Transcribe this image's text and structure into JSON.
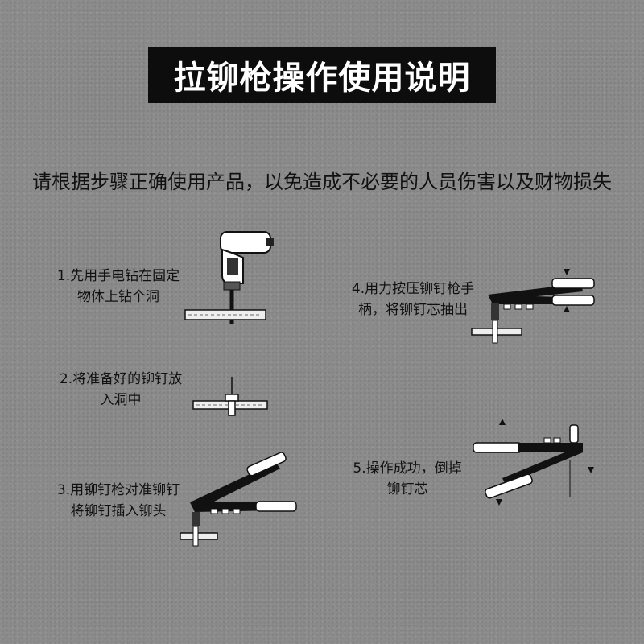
{
  "title": "拉铆枪操作使用说明",
  "subtitle": "请根据步骤正确使用产品，以免造成不必要的人员伤害以及财物损失",
  "steps": [
    {
      "line1": "1.先用手电钻在固定",
      "line2": "物体上钻个洞",
      "illustration": "drill-icon"
    },
    {
      "line1": "2.将准备好的铆钉放",
      "line2": "入洞中",
      "illustration": "rivet-in-hole-icon"
    },
    {
      "line1": "3.用铆钉枪对准铆钉",
      "line2": "将铆钉插入铆头",
      "illustration": "rivet-gun-icon"
    },
    {
      "line1": "4.用力按压铆钉枪手",
      "line2": "柄，将铆钉芯抽出",
      "illustration": "rivet-gun-press-icon"
    },
    {
      "line1": "5.操作成功，倒掉",
      "line2": "铆钉芯",
      "illustration": "rivet-gun-empty-icon"
    }
  ],
  "colors": {
    "background": "#8b8b8b",
    "title_bg": "#0d0d0d",
    "title_text": "#ffffff",
    "ink": "#111111"
  }
}
